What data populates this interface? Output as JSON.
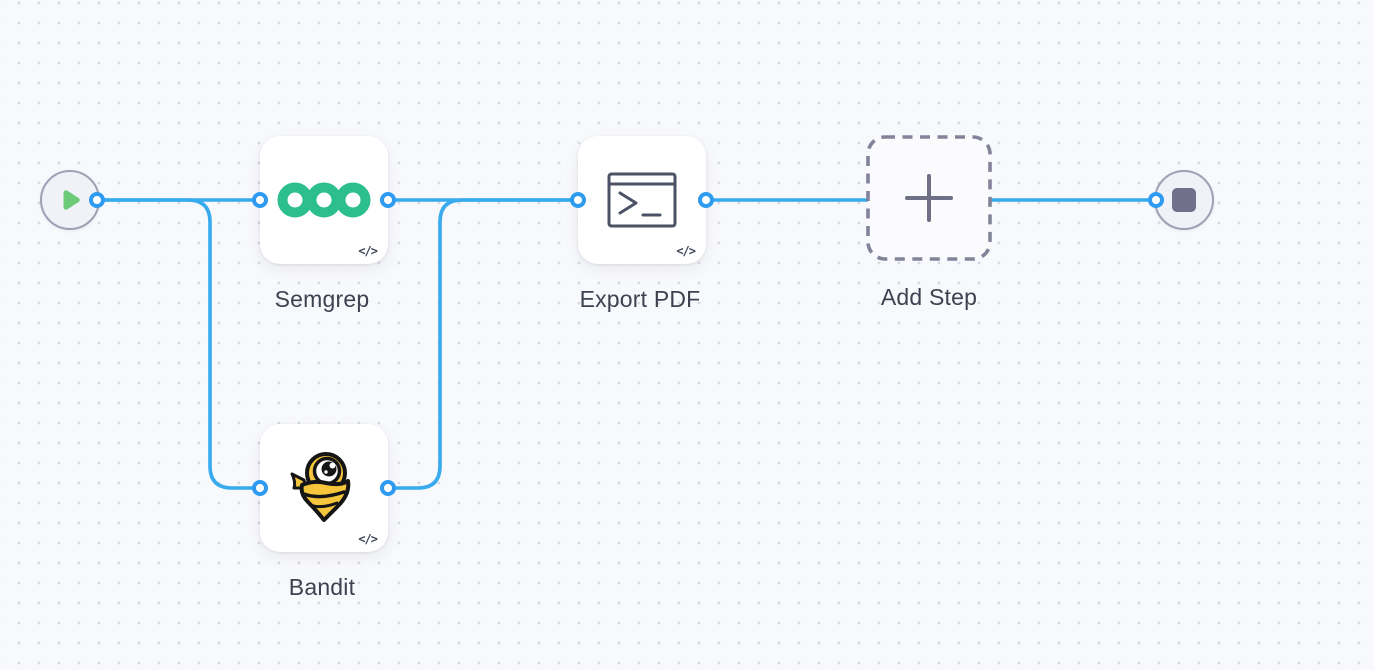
{
  "canvas": {
    "background_color": "#F8F9FC",
    "dot_color": "#D8D9E3",
    "edge_color": "#38ABEF",
    "handle_color": "#2E9BEF"
  },
  "nodes": {
    "start": {
      "icon": "play-icon",
      "play_color": "#6BCB77",
      "shape_fill": "#F1F1F8",
      "shape_border": "#9FA0B4"
    },
    "semgrep": {
      "label": "Semgrep",
      "icon": "semgrep-rings-logo",
      "logo_color": "#2DBE8D",
      "badge": "</>"
    },
    "bandit": {
      "label": "Bandit",
      "icon": "bandit-mascot-logo",
      "logo_color": "#F5C63C",
      "badge": "</>"
    },
    "export_pdf": {
      "label": "Export PDF",
      "icon": "terminal-icon",
      "icon_color": "#4C5266",
      "badge": "</>"
    },
    "add_step": {
      "label": "Add Step",
      "icon": "plus-icon",
      "border_color": "#83839A",
      "plus_color": "#6F6F86"
    },
    "end": {
      "icon": "stop-icon",
      "stop_color": "#70708A",
      "shape_fill": "#F1F1F8",
      "shape_border": "#9FA0B4"
    }
  }
}
